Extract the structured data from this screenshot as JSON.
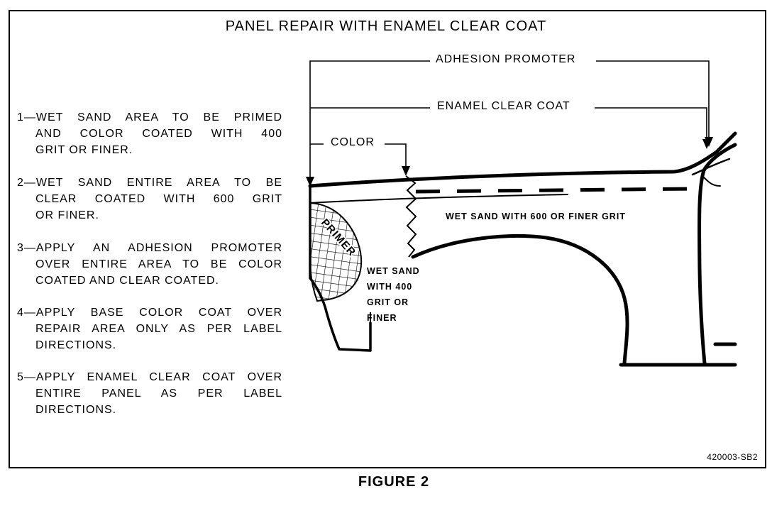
{
  "title": "PANEL REPAIR WITH ENAMEL CLEAR COAT",
  "steps": [
    {
      "lines": [
        "1—WET SAND AREA TO BE PRIMED",
        "AND COLOR COATED WITH 400",
        "GRIT OR FINER."
      ]
    },
    {
      "lines": [
        "2—WET SAND ENTIRE AREA TO BE",
        "CLEAR COATED WITH 600 GRIT",
        "OR FINER."
      ]
    },
    {
      "lines": [
        "3—APPLY AN ADHESION PROMOTER",
        "OVER ENTIRE AREA TO BE COLOR",
        "COATED AND CLEAR COATED."
      ]
    },
    {
      "lines": [
        "4—APPLY BASE COLOR COAT OVER",
        "REPAIR AREA ONLY AS PER LABEL",
        "DIRECTIONS."
      ]
    },
    {
      "lines": [
        "5—APPLY ENAMEL CLEAR COAT OVER",
        "ENTIRE PANEL AS PER LABEL",
        "DIRECTIONS."
      ]
    }
  ],
  "diagram": {
    "adhesion_label": "ADHESION PROMOTER",
    "clear_coat_label": "ENAMEL CLEAR COAT",
    "color_label": "COLOR",
    "wet_sand_600": "WET SAND WITH 600 OR FINER GRIT",
    "primer_label": "PRIMER",
    "wet_sand_400_lines": [
      "WET SAND",
      "WITH 400",
      "GRIT OR",
      "FINER"
    ]
  },
  "reference_code": "420003-SB2",
  "caption": "FIGURE 2"
}
